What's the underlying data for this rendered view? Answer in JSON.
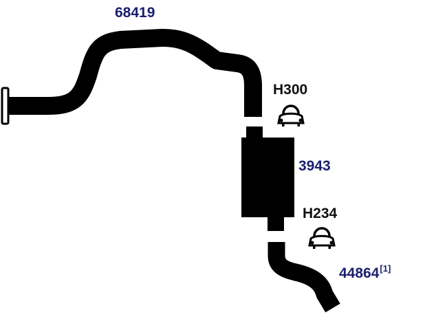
{
  "parts": {
    "front_pipe": {
      "part_number": "68419",
      "icon": "exhaust-front-pipe"
    },
    "clamp_upper": {
      "part_number": "H300",
      "icon": "u-bolt-clamp-icon"
    },
    "muffler": {
      "part_number": "3943",
      "icon": "muffler"
    },
    "clamp_lower": {
      "part_number": "H234",
      "icon": "u-bolt-clamp-icon"
    },
    "tail_pipe": {
      "part_number": "44864",
      "footnote": "[1]",
      "icon": "exhaust-tail-pipe"
    }
  },
  "colors": {
    "part_number_blue": "#1a1f6e",
    "clamp_label": "#111111",
    "pipe_fill": "#000000"
  }
}
